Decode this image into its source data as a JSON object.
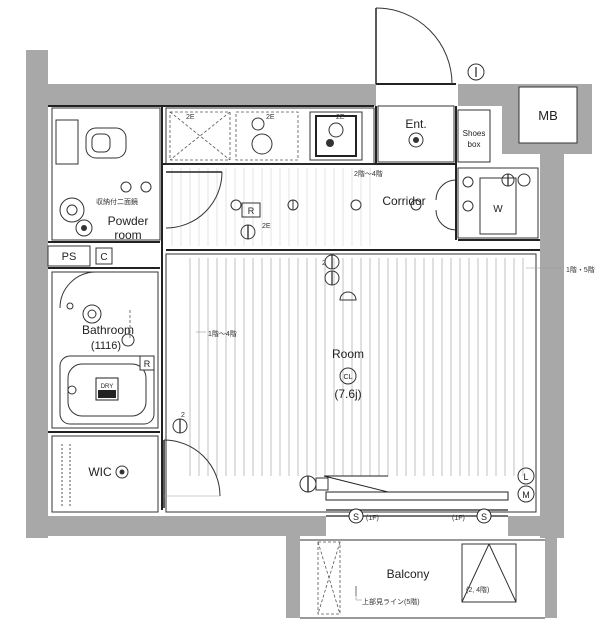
{
  "rooms": {
    "entrance": "Ent.",
    "shoes_box": [
      "Shoes",
      "box"
    ],
    "mb": "MB",
    "corridor": "Corridor",
    "powder_room": [
      "Powder",
      "room"
    ],
    "ps": "PS",
    "c": "C",
    "bathroom": "Bathroom",
    "bathroom_size": "(1116)",
    "room": "Room",
    "room_cl": "CL",
    "room_size": "(7.6j)",
    "wic": "WIC",
    "balcony": "Balcony",
    "washer": "W",
    "dryer": "DRY"
  },
  "symbols": {
    "r": "R",
    "s": "S",
    "l": "L",
    "m": "M",
    "two_e": "2E",
    "two": "2"
  },
  "notes": {
    "corridor_floors": "2階～4階",
    "room_floors": "1階～4階",
    "east_floors": "1階・5階",
    "sink_note": "収納付二面鏡",
    "s_left_floor": "(1F)",
    "s_right_floor": "(1F)",
    "balcony_floors": "(2, 4階)",
    "balcony_line": "上部見ライン(5階)"
  }
}
